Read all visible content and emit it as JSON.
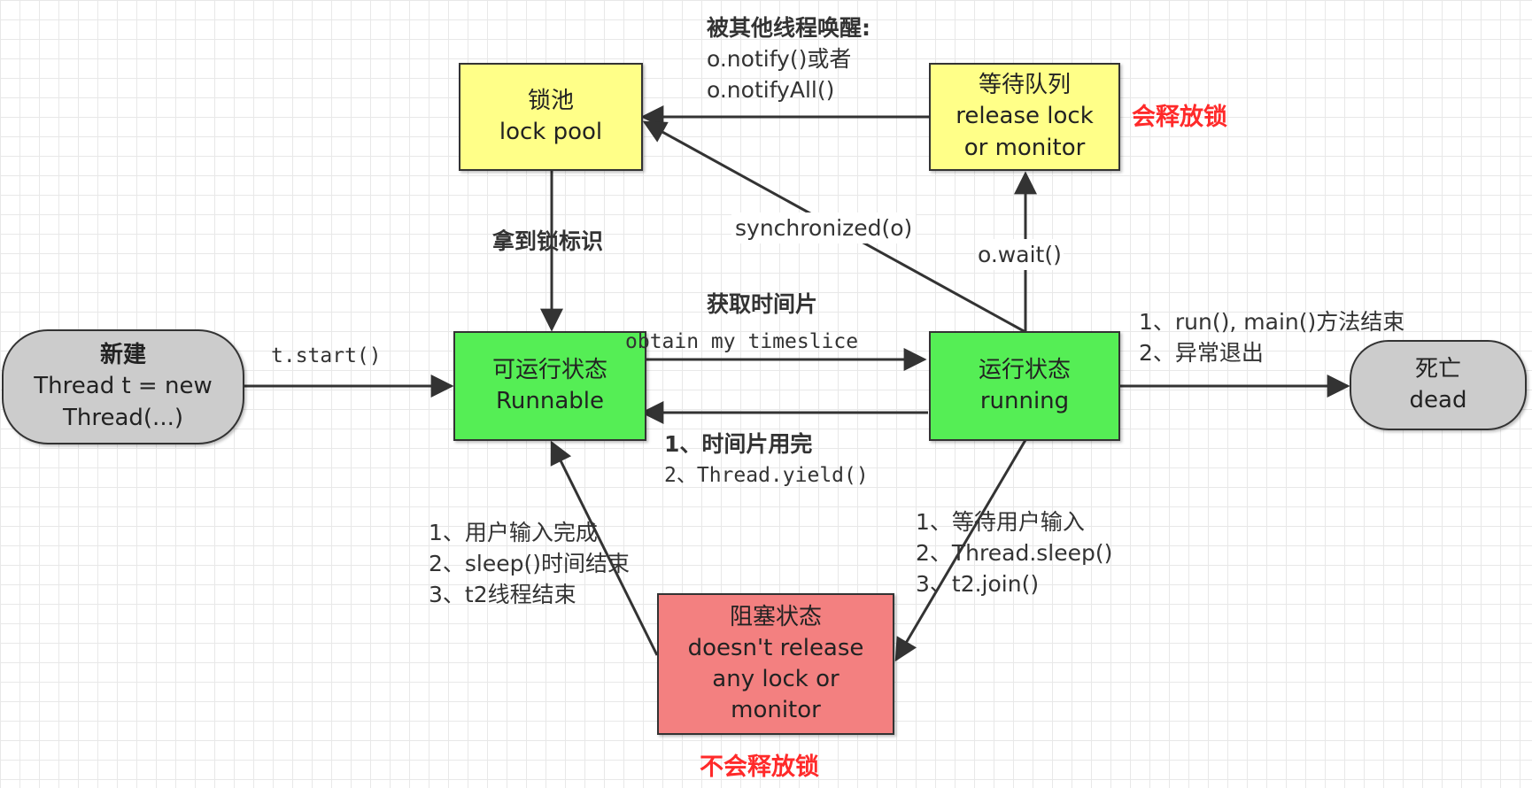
{
  "colors": {
    "runnable_fill": "#55ee55",
    "pool_fill": "#ffff88",
    "blocked_fill": "#f38080",
    "terminal_fill": "#cccccc",
    "stroke": "#333333",
    "emphasis_text": "#ff2a2a"
  },
  "nodes": {
    "new": {
      "line1": "新建",
      "line2": "Thread t = new",
      "line3": "Thread(...)"
    },
    "runnable": {
      "line1": "可运行状态",
      "line2": "Runnable"
    },
    "running": {
      "line1": "运行状态",
      "line2": "running"
    },
    "dead": {
      "line1": "死亡",
      "line2": "dead"
    },
    "lock_pool": {
      "line1": "锁池",
      "line2": "lock pool"
    },
    "wait_queue": {
      "line1": "等待队列",
      "line2": "release lock",
      "line3": "or monitor"
    },
    "blocked": {
      "line1": "阻塞状态",
      "line2": "doesn't release",
      "line3": "any lock or",
      "line4": "monitor"
    }
  },
  "labels": {
    "notify": {
      "line1": "被其他线程唤醒:",
      "line2": "o.notify()或者",
      "line3": "o.notifyAll()"
    },
    "releases_lock": "会释放锁",
    "got_lock": "拿到锁标识",
    "synchronized": "synchronized(o)",
    "wait": "o.wait()",
    "timeslice_cn": "获取时间片",
    "timeslice_en": "obtain my timeslice",
    "start": "t.start()",
    "finish": {
      "line1": "1、run(), main()方法结束",
      "line2": "2、异常退出"
    },
    "yield": {
      "line1": "1、时间片用完",
      "line2": "2、Thread.yield()"
    },
    "unblock": {
      "line1": "1、用户输入完成",
      "line2": "2、sleep()时间结束",
      "line3": "3、t2线程结束"
    },
    "block": {
      "line1": "1、等待用户输入",
      "line2": "2、Thread.sleep()",
      "line3": "3、t2.join()"
    },
    "no_release": "不会释放锁"
  }
}
